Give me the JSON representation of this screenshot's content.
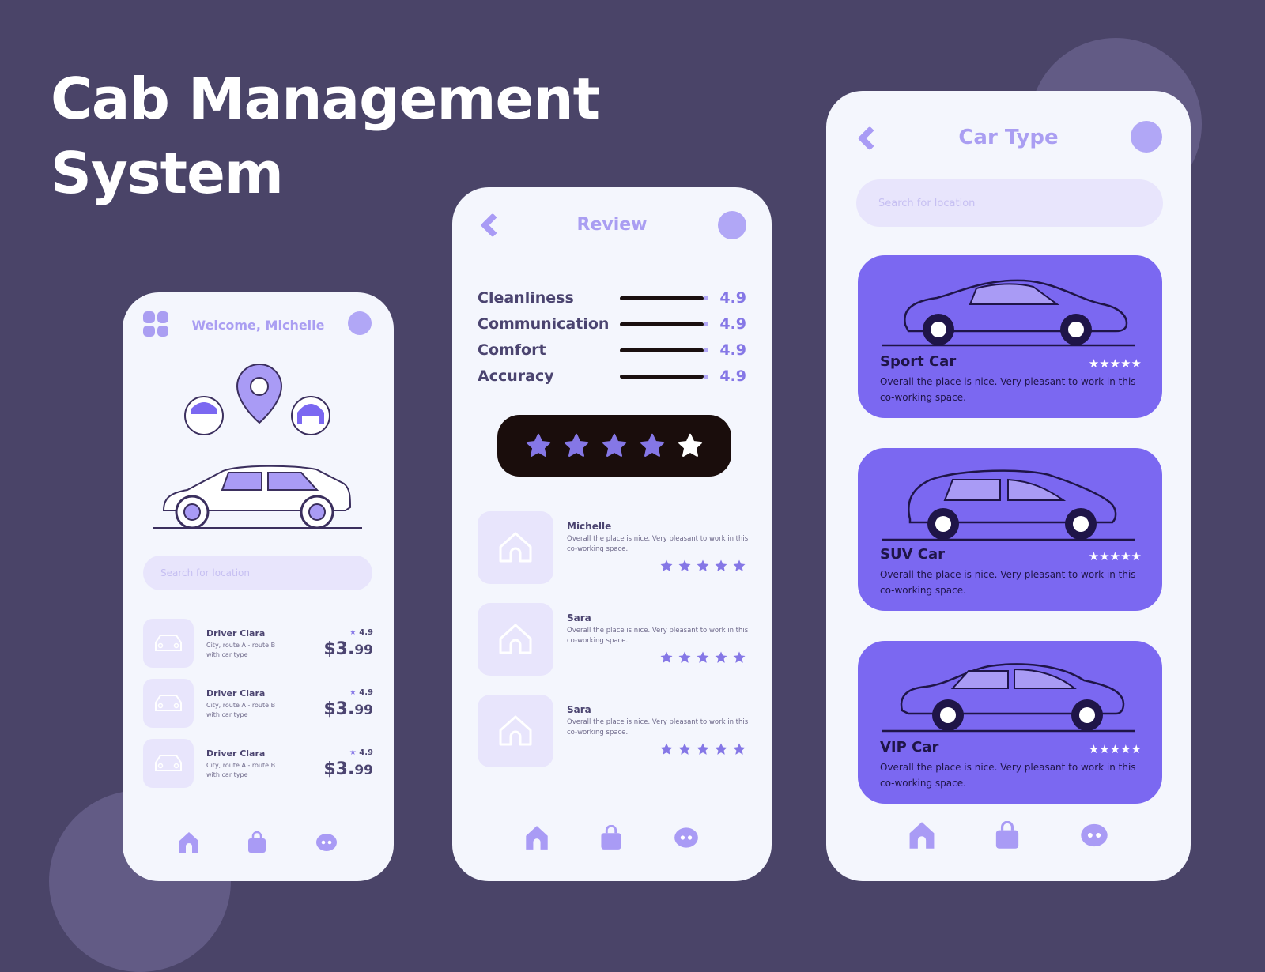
{
  "heading": {
    "line1": "Cab Management",
    "line2": "System"
  },
  "colors": {
    "background": "#4a4468",
    "accent": "#7b68f1",
    "accent_light": "#b1a7f6",
    "text_dark": "#4b4470",
    "screen_bg": "#f4f6fd"
  },
  "screen_home": {
    "menu_icon": "grid-icon",
    "greeting": "Welcome, Michelle",
    "search_placeholder": "Search for location",
    "drivers": [
      {
        "name": "Driver Clara",
        "route": "City, route A - route B",
        "car": "with car type",
        "rating": "4.9",
        "price_main": "$3.",
        "price_cents": "99"
      },
      {
        "name": "Driver Clara",
        "route": "City, route A - route B",
        "car": "with car type",
        "rating": "4.9",
        "price_main": "$3.",
        "price_cents": "99"
      },
      {
        "name": "Driver Clara",
        "route": "City, route A - route B",
        "car": "with car type",
        "rating": "4.9",
        "price_main": "$3.",
        "price_cents": "99"
      }
    ],
    "nav": [
      "home-icon",
      "bag-icon",
      "chat-icon"
    ]
  },
  "screen_review": {
    "title": "Review",
    "ratings": [
      {
        "label": "Cleanliness",
        "value": "4.9"
      },
      {
        "label": "Communication",
        "value": "4.9"
      },
      {
        "label": "Comfort",
        "value": "4.9"
      },
      {
        "label": "Accuracy",
        "value": "4.9"
      }
    ],
    "overall_stars": 5,
    "reviews": [
      {
        "name": "Michelle",
        "text": "Overall the place is nice. Very pleasant to work in this co-working space.",
        "stars": 5
      },
      {
        "name": "Sara",
        "text": "Overall the place is nice. Very pleasant to work in this co-working space.",
        "stars": 5
      },
      {
        "name": "Sara",
        "text": "Overall the place is nice. Very pleasant to work in this co-working space.",
        "stars": 5
      }
    ],
    "nav": [
      "home-icon",
      "bag-icon",
      "chat-icon"
    ]
  },
  "screen_cartype": {
    "title": "Car Type",
    "search_placeholder": "Search for location",
    "cars": [
      {
        "name": "Sport Car",
        "desc": "Overall the place is nice. Very pleasant to work in this co-working space.",
        "stars": 5
      },
      {
        "name": "SUV Car",
        "desc": "Overall the place is nice. Very pleasant to work in this co-working space.",
        "stars": 5
      },
      {
        "name": "VIP Car",
        "desc": "Overall the place is nice. Very pleasant to work in this co-working space.",
        "stars": 5
      }
    ],
    "nav": [
      "home-icon",
      "bag-icon",
      "chat-icon"
    ]
  }
}
